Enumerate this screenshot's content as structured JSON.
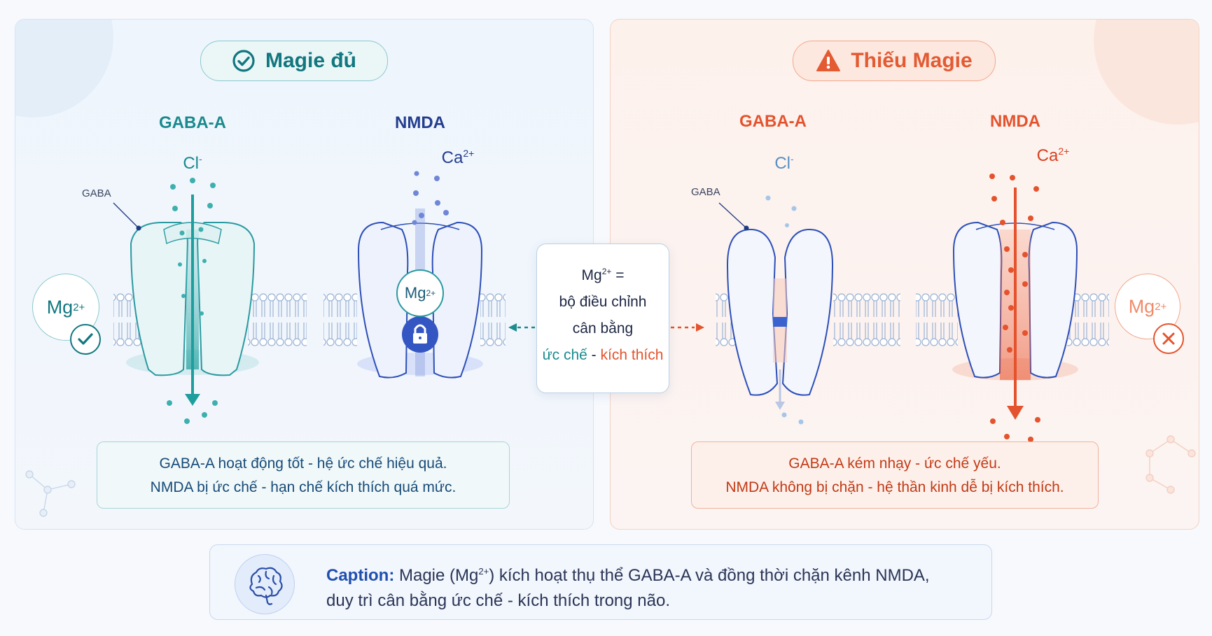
{
  "left_panel": {
    "title": "Magie đủ",
    "gaba_label": "GABA-A",
    "nmda_label": "NMDA",
    "cl_ion": "Cl",
    "cl_sup": "-",
    "ca_ion": "Ca",
    "ca_sup": "2+",
    "gaba_molecule": "GABA",
    "mg_circle": "Mg",
    "mg_sup": "2+",
    "mg_block": "Mg",
    "mg_block_sup": "2+",
    "summary_line1": "GABA-A hoạt động tốt - hệ ức chế hiệu quả.",
    "summary_line2": "NMDA bị ức chế - hạn chế kích thích quá mức."
  },
  "right_panel": {
    "title": "Thiếu Magie",
    "gaba_label": "GABA-A",
    "nmda_label": "NMDA",
    "cl_ion": "Cl",
    "cl_sup": "-",
    "ca_ion": "Ca",
    "ca_sup": "2+",
    "gaba_molecule": "GABA",
    "mg_circle": "Mg",
    "mg_sup": "2+",
    "summary_line1": "GABA-A kém nhạy - ức chế yếu.",
    "summary_line2": "NMDA không bị chặn - hệ thần kinh dễ bị kích thích."
  },
  "center_box": {
    "line1": "Mg",
    "line1_sup": "2+",
    "line1_suffix": " =",
    "line2": "bộ điều chỉnh",
    "line3": "cân bằng",
    "line4_a": "ức chế",
    "line4_sep": " - ",
    "line4_b": "kích thích"
  },
  "caption": {
    "label": "Caption:",
    "text_a": " Magie (Mg",
    "sup": "2+",
    "text_b": ") kích hoạt thụ thể GABA-A và đồng thời chặn kênh NMDA,",
    "line2": "duy trì cân bằng ức chế - kích thích trong não."
  },
  "colors": {
    "teal": "#1b8c8f",
    "navy": "#233d8f",
    "red": "#e4532d",
    "channel_blue": "#2d4fb8"
  },
  "icons": {
    "ok": "check-circle-icon",
    "warn": "warning-triangle-icon",
    "brain": "brain-icon",
    "lock": "lock-icon",
    "check": "check-icon",
    "cross": "cross-icon"
  }
}
